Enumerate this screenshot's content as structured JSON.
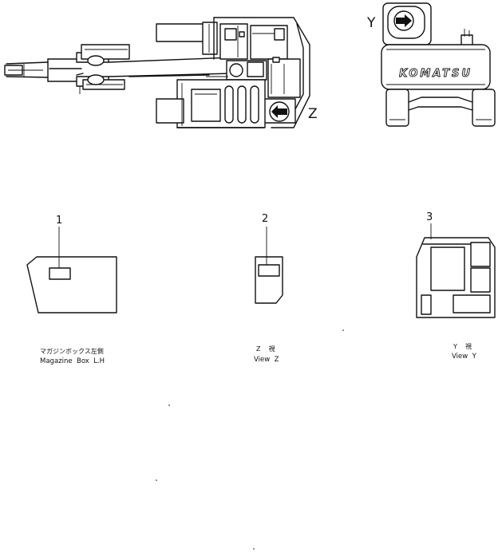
{
  "views": {
    "top": {
      "view_letter_z": "Z"
    },
    "rear": {
      "view_letter_y": "Y",
      "brand_text": "KOMATSU"
    }
  },
  "callouts": [
    {
      "number": "1",
      "caption_jp": "マガジンボックス左側",
      "caption_en": "Magazine  Box  L.H"
    },
    {
      "number": "2",
      "caption_jp": "Z    視",
      "caption_en": "View  Z"
    },
    {
      "number": "3",
      "caption_jp": "Y    視",
      "caption_en": "View  Y"
    }
  ],
  "icons": [
    "arrow-left-icon",
    "arrow-right-icon"
  ],
  "colors": {
    "ink": "#111111",
    "paper": "#ffffff"
  }
}
